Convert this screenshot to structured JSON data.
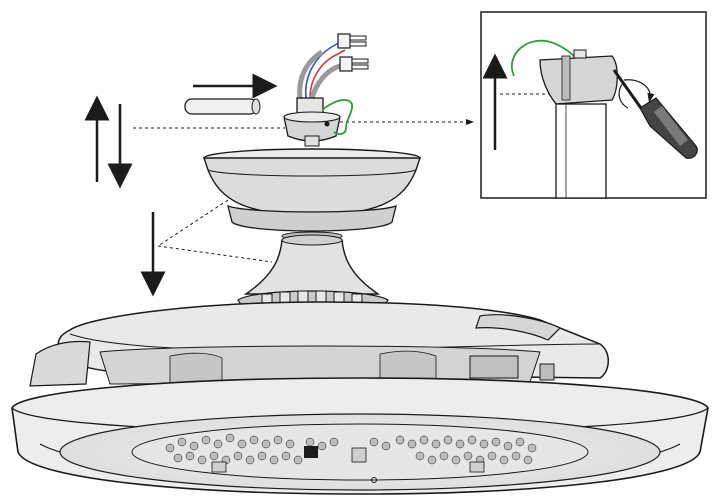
{
  "diagram": {
    "kind": "ceiling-fan-assembly-instruction",
    "text_labels": [],
    "colors": {
      "line": "#1a1a1a",
      "body_light": "#ececec",
      "body_mid": "#d4d4d4",
      "body_dark": "#b8b8b8",
      "wire_green": "#2e9a3c",
      "wire_blue": "#3a56c4",
      "wire_red": "#d23838",
      "wire_grey": "#9a9a9a"
    },
    "arrows": [
      {
        "name": "arrow-up",
        "direction": "up"
      },
      {
        "name": "arrow-down",
        "direction": "down"
      },
      {
        "name": "arrow-right",
        "direction": "right"
      },
      {
        "name": "arrow-down-canopy",
        "direction": "down"
      },
      {
        "name": "inset-arrow-up",
        "direction": "up"
      }
    ],
    "inset": {
      "shows": "screwdriver-tightening-set-screw",
      "icon": "screwdriver-icon"
    },
    "icons": [
      "screwdriver-icon",
      "wire-connector-icon",
      "rotation-arrow-icon"
    ]
  }
}
